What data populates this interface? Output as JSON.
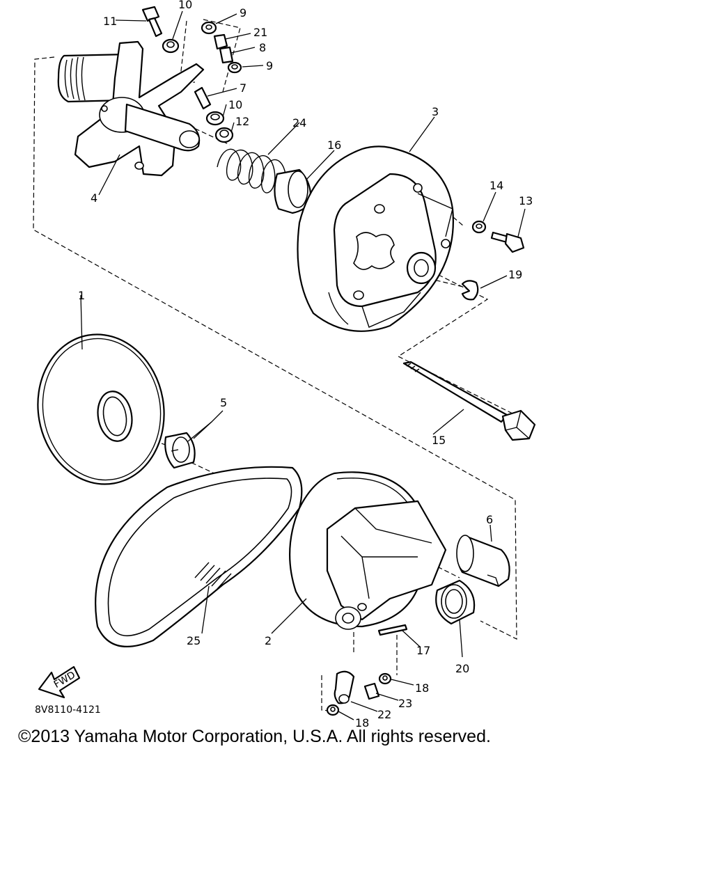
{
  "diagram": {
    "callouts": [
      {
        "id": "1",
        "label": "1"
      },
      {
        "id": "2",
        "label": "2"
      },
      {
        "id": "3",
        "label": "3"
      },
      {
        "id": "4",
        "label": "4"
      },
      {
        "id": "5",
        "label": "5"
      },
      {
        "id": "6",
        "label": "6"
      },
      {
        "id": "7",
        "label": "7"
      },
      {
        "id": "8",
        "label": "8"
      },
      {
        "id": "9a",
        "label": "9"
      },
      {
        "id": "9b",
        "label": "9"
      },
      {
        "id": "10a",
        "label": "10"
      },
      {
        "id": "10b",
        "label": "10"
      },
      {
        "id": "11",
        "label": "11"
      },
      {
        "id": "12",
        "label": "12"
      },
      {
        "id": "13",
        "label": "13"
      },
      {
        "id": "14",
        "label": "14"
      },
      {
        "id": "15",
        "label": "15"
      },
      {
        "id": "16",
        "label": "16"
      },
      {
        "id": "17",
        "label": "17"
      },
      {
        "id": "18a",
        "label": "18"
      },
      {
        "id": "18b",
        "label": "18"
      },
      {
        "id": "19",
        "label": "19"
      },
      {
        "id": "20",
        "label": "20"
      },
      {
        "id": "21",
        "label": "21"
      },
      {
        "id": "22",
        "label": "22"
      },
      {
        "id": "23",
        "label": "23"
      },
      {
        "id": "24",
        "label": "24"
      },
      {
        "id": "25",
        "label": "25"
      }
    ],
    "fwd_label": "FWD",
    "diagram_code": "8V8110-4121"
  },
  "footer": {
    "copyright": "©2013 Yamaha Motor Corporation, U.S.A. All rights reserved."
  }
}
